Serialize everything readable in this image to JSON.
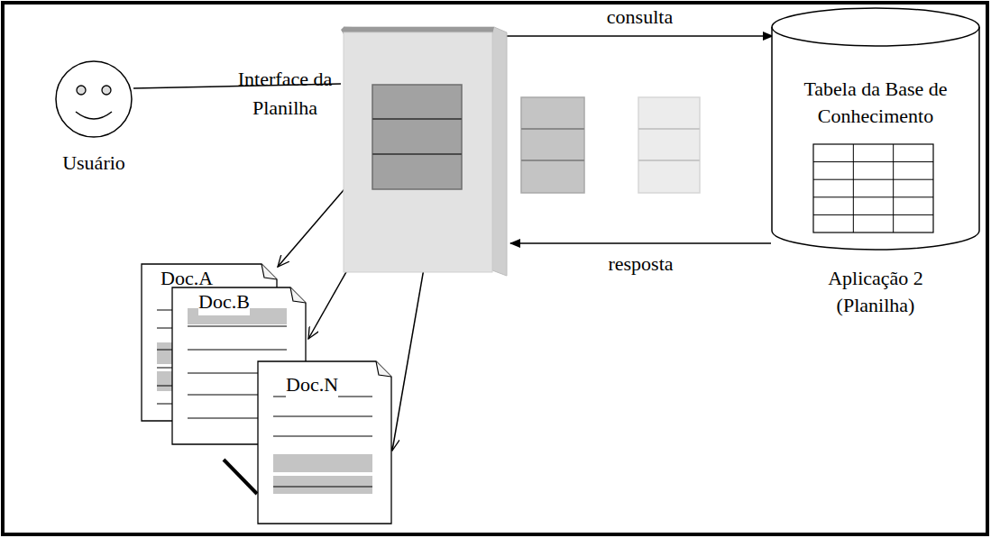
{
  "diagram": {
    "nodes": [
      {
        "text": [
          "Usuário"
        ]
      },
      {
        "text": [
          "Interface da Planilha"
        ]
      },
      {
        "text": [
          "Tabela da Base de Conhecimento",
          "Aplicação 2 (Planilha)"
        ]
      },
      {
        "text": [
          "Doc.A"
        ]
      },
      {
        "text": [
          "Doc.B"
        ]
      },
      {
        "text": [
          "Doc.N"
        ]
      }
    ],
    "edges": [
      {
        "from": 0,
        "to": 1,
        "arrow": "none"
      },
      {
        "from": 1,
        "to": 2,
        "arrow": "to",
        "label": "consulta"
      },
      {
        "from": 2,
        "to": 1,
        "arrow": "to",
        "label": "resposta"
      },
      {
        "from": 1,
        "to": 3,
        "arrow": "to"
      },
      {
        "from": 1,
        "to": 4,
        "arrow": "to"
      },
      {
        "from": 1,
        "to": 5,
        "arrow": "to"
      }
    ]
  }
}
